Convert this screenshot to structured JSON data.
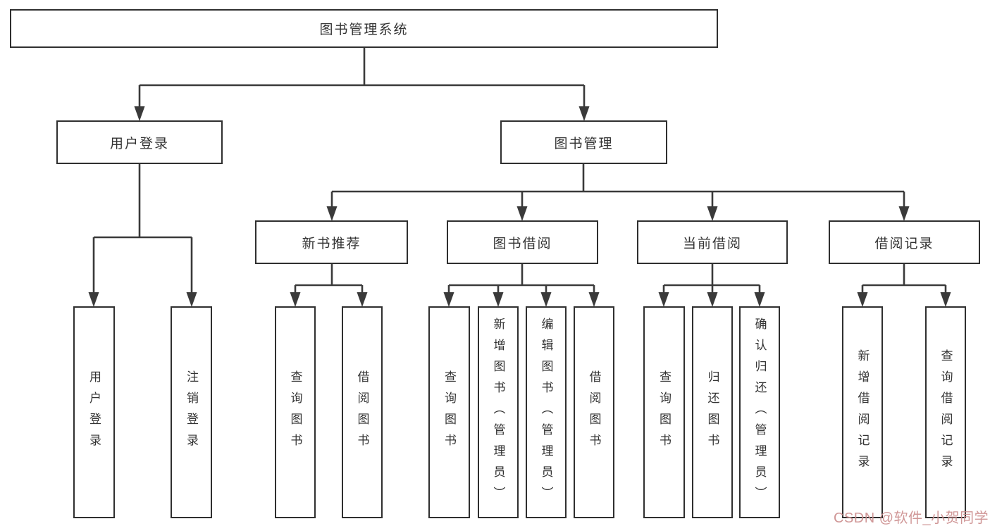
{
  "diagram": {
    "title": "图书管理系统",
    "colors": {
      "line": "#3a3a3a",
      "box_border": "#2f2f2f",
      "text": "#333333",
      "background": "#ffffff",
      "watermark": "#cc8e8e"
    },
    "nodes": {
      "root": "图书管理系统",
      "user_login": "用户登录",
      "book_mgmt": "图书管理",
      "new_book_rec": "新书推荐",
      "book_borrow": "图书借阅",
      "current_borrow": "当前借阅",
      "borrow_record": "借阅记录",
      "login_user_login": "用户登录",
      "login_logout": "注销登录",
      "rec_query_book": "查询图书",
      "rec_borrow_book": "借阅图书",
      "bor_query_book": "查询图书",
      "bor_add_book": "新增图书（管理员）",
      "bor_edit_book": "编辑图书（管理员）",
      "bor_borrow_book": "借阅图书",
      "cur_query_book": "查询图书",
      "cur_return_book": "归还图书",
      "cur_confirm_return": "确认归还（管理员）",
      "record_add": "新增借阅记录",
      "record_query": "查询借阅记录"
    },
    "watermark": "CSDN @软件_小贺同学"
  }
}
